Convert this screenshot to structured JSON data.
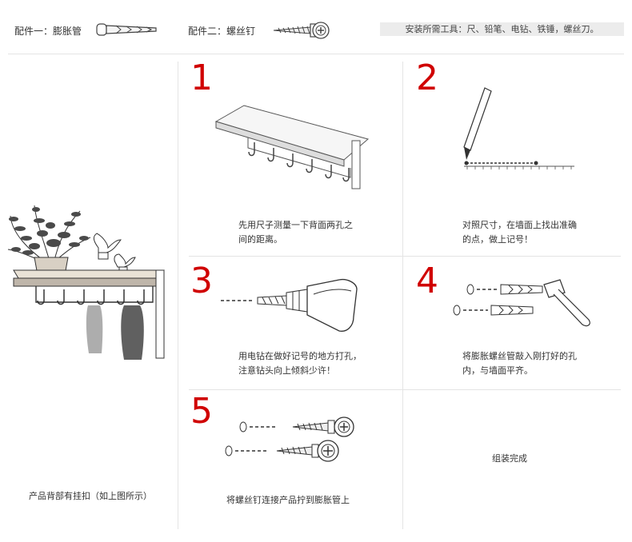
{
  "header": {
    "part1_label": "配件一：膨胀管",
    "part2_label": "配件二：螺丝钉",
    "tools_label": "安装所需工具：尺、铅笔、电钻、铁锤，螺丝刀。"
  },
  "product": {
    "caption": "产品背部有挂扣（如上图所示）"
  },
  "steps": [
    {
      "number": "1",
      "text_line1": "先用尺子测量一下背面两孔之",
      "text_line2": "间的距离。",
      "icon": "shelf-icon"
    },
    {
      "number": "2",
      "text_line1": "对照尺寸，在墙面上找出准确",
      "text_line2": "的点，做上记号！",
      "icon": "pencil-ruler-icon"
    },
    {
      "number": "3",
      "text_line1": "用电钻在做好记号的地方打孔，",
      "text_line2": "注意钻头向上倾斜少许！",
      "icon": "drill-icon"
    },
    {
      "number": "4",
      "text_line1": "将膨胀螺丝管敲入刚打好的孔",
      "text_line2": "内，与墙面平齐。",
      "icon": "anchor-hammer-icon"
    },
    {
      "number": "5",
      "text_line1": "将螺丝钉连接产品拧到膨胀管上",
      "text_line2": "",
      "icon": "screws-icon"
    }
  ],
  "done": {
    "text": "组装完成"
  }
}
